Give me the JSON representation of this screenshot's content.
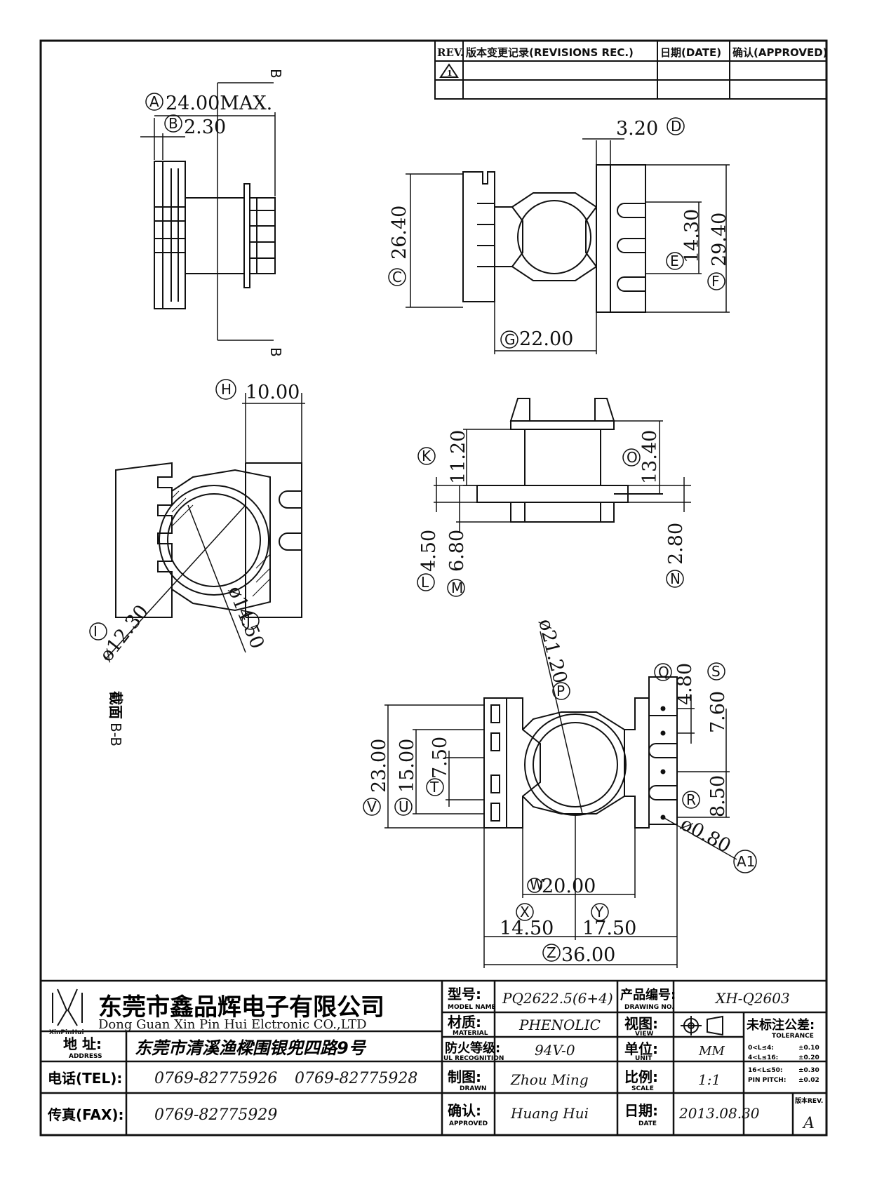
{
  "revisions": {
    "rev_header": "REV.",
    "record_header": "版本变更记录(REVISIONS REC.)",
    "date_header": "日期(DATE)",
    "approved_header": "确认(APPROVED)",
    "rev_symbol": "1"
  },
  "dimensions": {
    "A": {
      "label": "A",
      "value": "24.00MAX."
    },
    "B": {
      "label": "B",
      "value": "2.30"
    },
    "C": {
      "label": "C",
      "value": "26.40"
    },
    "D": {
      "label": "D",
      "value": "3.20"
    },
    "E": {
      "label": "E",
      "value": "14.30"
    },
    "F": {
      "label": "F",
      "value": "29.40"
    },
    "G": {
      "label": "G",
      "value": "22.00"
    },
    "H": {
      "label": "H",
      "value": "10.00"
    },
    "I": {
      "label": "I",
      "value": "ø12.30"
    },
    "J": {
      "label": "J",
      "value": "ø14.50"
    },
    "K": {
      "label": "K",
      "value": "11.20"
    },
    "L": {
      "label": "L",
      "value": "4.50"
    },
    "M": {
      "label": "M",
      "value": "6.80"
    },
    "N": {
      "label": "N",
      "value": "2.80"
    },
    "O": {
      "label": "O",
      "value": "13.40"
    },
    "P": {
      "label": "P",
      "value": "ø21.20"
    },
    "Q": {
      "label": "Q",
      "value": "4.80"
    },
    "R": {
      "label": "R",
      "value": "8.50"
    },
    "S": {
      "label": "S",
      "value": "7.60"
    },
    "T": {
      "label": "T",
      "value": "7.50"
    },
    "U": {
      "label": "U",
      "value": "15.00"
    },
    "V": {
      "label": "V",
      "value": "23.00"
    },
    "W": {
      "label": "W",
      "value": "20.00"
    },
    "X": {
      "label": "X",
      "value": "14.50"
    },
    "Y": {
      "label": "Y",
      "value": "17.50"
    },
    "Z": {
      "label": "Z",
      "value": "36.00"
    },
    "A1": {
      "label": "A1",
      "value": "ø0.80"
    }
  },
  "section": {
    "marker_top": "B",
    "marker_bottom": "B",
    "caption_zh": "截面",
    "caption": "B-B"
  },
  "title_block": {
    "company_zh": "东莞市鑫品辉电子有限公司",
    "company_en": "Dong Guan Xin Pin Hui Elctronic CO.,LTD",
    "logo_text": "XinPinHui",
    "address_label": "地 址:",
    "address_label_en": "ADDRESS",
    "address": "东莞市清溪渔樑围银兜四路9号",
    "tel_label": "电话(TEL):",
    "tel_1": "0769-82775926",
    "tel_2": "0769-82775928",
    "fax_label": "传真(FAX):",
    "fax": "0769-82775929",
    "model_label": "型号:",
    "model_label_en": "MODEL NAME",
    "model": "PQ2622.5(6+4)",
    "material_label": "材质:",
    "material_label_en": "MATERIAL",
    "material": "PHENOLIC",
    "fire_label": "防火等级:",
    "fire_label_en": "UL RECOGNITION",
    "fire": "94V-0",
    "drawn_label": "制图:",
    "drawn_label_en": "DRAWN",
    "drawn": "Zhou Ming",
    "approved_label": "确认:",
    "approved_label_en": "APPROVED",
    "approved": "Huang Hui",
    "drawing_no_label": "产品编号:",
    "drawing_no_label_en": "DRAWING NO.",
    "drawing_no": "XH-Q2603",
    "view_label": "视图:",
    "view_label_en": "VIEW",
    "unit_label": "单位:",
    "unit_label_en": "UNIT",
    "unit": "MM",
    "scale_label": "比例:",
    "scale_label_en": "SCALE",
    "scale": "1:1",
    "date_label": "日期:",
    "date_label_en": "DATE",
    "date": "2013.08.30",
    "tolerance_label": "未标注公差:",
    "tolerance_label_en": "TOLERANCE",
    "tolerance_rows": [
      {
        "range": "0<L≤4:",
        "value": "±0.10"
      },
      {
        "range": "4<L≤16:",
        "value": "±0.20"
      },
      {
        "range": "16<L≤50:",
        "value": "±0.30"
      },
      {
        "range": "PIN PITCH:",
        "value": "±0.02"
      }
    ],
    "version_label": "版本REV.",
    "version": "A"
  }
}
